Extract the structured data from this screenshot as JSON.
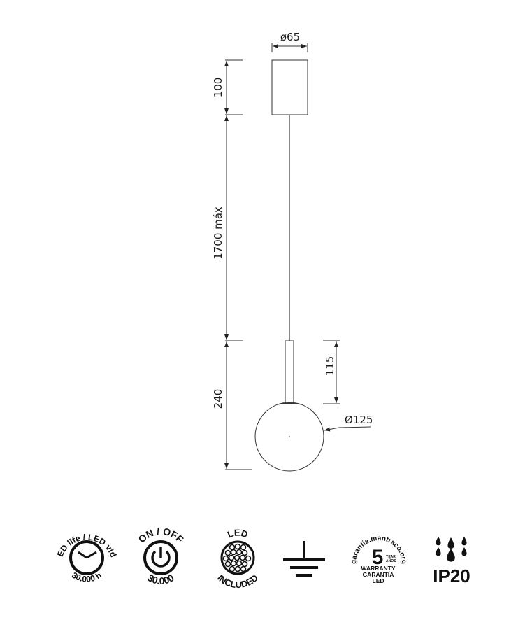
{
  "drawing": {
    "canopy_diameter": "ø65",
    "canopy_height": "100",
    "cable_length": "1700 máx",
    "lamp_height": "240",
    "stem_length": "115",
    "globe_diameter": "Ø125"
  },
  "icons": {
    "led_life": {
      "top": "LED life / LED vida",
      "bottom": "30.000 h",
      "icon": "clock-icon"
    },
    "on_off": {
      "top": "ON / OFF",
      "bottom": "30.000",
      "icon": "power-icon"
    },
    "led_included": {
      "top": "LED",
      "bottom": "INCLUDED",
      "icon": "led-array-icon"
    },
    "ground": {
      "icon": "ground-icon"
    },
    "warranty": {
      "top": "garantia.mantraco.org",
      "number": "5",
      "year": "YEAR",
      "anos": "AÑOS",
      "line1": "WARRANTY",
      "line2": "GARANTÍA",
      "line3": "LED"
    },
    "ip": {
      "label": "IP20",
      "icon": "water-drops-icon"
    }
  }
}
